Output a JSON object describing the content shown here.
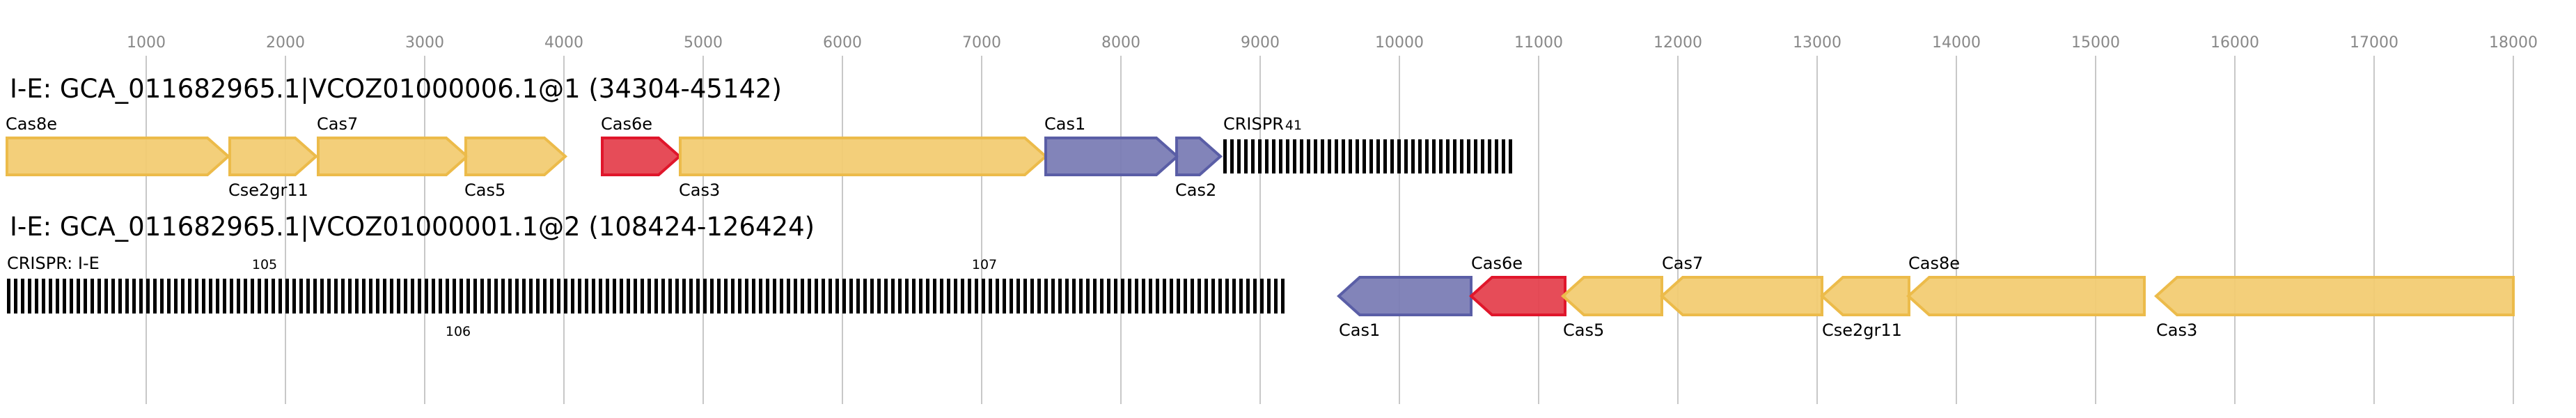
{
  "colors": {
    "yellow_fill": "#f2cc73",
    "yellow_stroke": "#ecbb4a",
    "red_fill": "#e5424f",
    "red_stroke": "#e0162b",
    "blue_fill": "#7b7db5",
    "blue_stroke": "#5a5ea6",
    "grid": "#c8c8c8",
    "tick_text": "#888888"
  },
  "axis": {
    "ticks": [
      "1000",
      "2000",
      "3000",
      "4000",
      "5000",
      "6000",
      "7000",
      "8000",
      "9000",
      "10000",
      "11000",
      "12000",
      "13000",
      "14000",
      "15000",
      "16000",
      "17000",
      "18000"
    ],
    "tick_values": [
      1000,
      2000,
      3000,
      4000,
      5000,
      6000,
      7000,
      8000,
      9000,
      10000,
      11000,
      12000,
      13000,
      14000,
      15000,
      16000,
      17000,
      18000
    ]
  },
  "loci": [
    {
      "title": "I-E: GCA_011682965.1|VCOZ01000006.1@1 (34304-45142)",
      "genes": [
        {
          "name": "Cas8e",
          "start": 0,
          "end": 1590,
          "strand": "+",
          "color": "yellow",
          "label_pos": "above"
        },
        {
          "name": "Cse2gr11",
          "start": 1600,
          "end": 2220,
          "strand": "+",
          "color": "yellow",
          "label_pos": "below"
        },
        {
          "name": "Cas7",
          "start": 2235,
          "end": 3305,
          "strand": "+",
          "color": "yellow",
          "label_pos": "above"
        },
        {
          "name": "Cas5",
          "start": 3295,
          "end": 4010,
          "strand": "+",
          "color": "yellow",
          "label_pos": "below"
        },
        {
          "name": "Cas6e",
          "start": 4275,
          "end": 4830,
          "strand": "+",
          "color": "red",
          "label_pos": "above"
        },
        {
          "name": "Cas3",
          "start": 4835,
          "end": 7460,
          "strand": "+",
          "color": "yellow",
          "label_pos": "below"
        },
        {
          "name": "Cas1",
          "start": 7460,
          "end": 8405,
          "strand": "+",
          "color": "blue",
          "label_pos": "above"
        },
        {
          "name": "Cas2",
          "start": 8400,
          "end": 8715,
          "strand": "+",
          "color": "blue",
          "label_pos": "below"
        }
      ],
      "crisprs": [
        {
          "label": "CRISPR",
          "count": "41",
          "start": 8735,
          "end": 10840,
          "markers": []
        }
      ]
    },
    {
      "title": "I-E: GCA_011682965.1|VCOZ01000001.1@2 (108424-126424)",
      "genes": [
        {
          "name": "Cas1",
          "start": 9565,
          "end": 10515,
          "strand": "-",
          "color": "blue",
          "label_pos": "below"
        },
        {
          "name": "Cas6e",
          "start": 10515,
          "end": 11190,
          "strand": "-",
          "color": "red",
          "label_pos": "above"
        },
        {
          "name": "Cas5",
          "start": 11175,
          "end": 11885,
          "strand": "-",
          "color": "yellow",
          "label_pos": "below"
        },
        {
          "name": "Cas7",
          "start": 11885,
          "end": 13035,
          "strand": "-",
          "color": "yellow",
          "label_pos": "above"
        },
        {
          "name": "Cse2gr11",
          "start": 13035,
          "end": 13660,
          "strand": "-",
          "color": "yellow",
          "label_pos": "below"
        },
        {
          "name": "Cas8e",
          "start": 13655,
          "end": 15350,
          "strand": "-",
          "color": "yellow",
          "label_pos": "above"
        },
        {
          "name": "Cas3",
          "start": 15435,
          "end": 18000,
          "strand": "-",
          "color": "yellow",
          "label_pos": "below"
        }
      ],
      "crisprs": [
        {
          "label": "CRISPR: I-E",
          "count": "",
          "start": 0,
          "end": 9175,
          "markers": [
            {
              "text": "105",
              "at": 1850,
              "pos": "above"
            },
            {
              "text": "106",
              "at": 3240,
              "pos": "below"
            },
            {
              "text": "107",
              "at": 7020,
              "pos": "above"
            }
          ]
        }
      ]
    }
  ]
}
